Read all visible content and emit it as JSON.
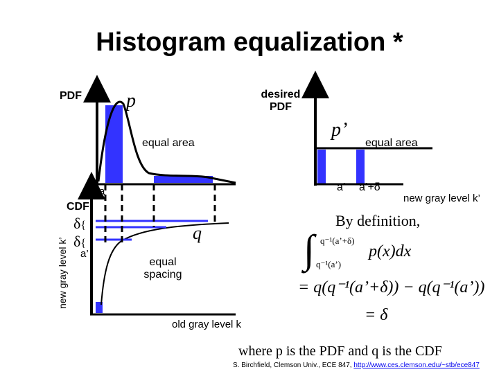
{
  "title": "Histogram equalization *",
  "labels": {
    "pdf": "PDF",
    "p": "p",
    "desired_pdf_line1": "desired",
    "desired_pdf_line2": "PDF",
    "p_prime": "p’",
    "equal_area_left": "equal area",
    "equal_area_right": "equal area",
    "a": "a",
    "a_prime_axis": "a’",
    "a_prime_plus_delta": "a’+δ",
    "new_gray_level_right": "new gray level k’",
    "cdf": "CDF",
    "delta_top": "δ",
    "delta_bottom": "δ",
    "a_prime_cdf": "a’",
    "q": "q",
    "new_gray_level_vertical": "new gray level k’",
    "equal_spacing_line1": "equal",
    "equal_spacing_line2": "spacing",
    "old_gray_level": "old gray level k"
  },
  "math": {
    "by_definition": "By definition,",
    "integral_upper": "q⁻¹(a’+δ)",
    "integral_lower": "q⁻¹(a’)",
    "integrand": "p(x)dx",
    "line2": "= q(q⁻¹(a’+δ)) − q(q⁻¹(a’))",
    "line3": "= δ",
    "integral_sign": "∫"
  },
  "caption": "where p is the PDF and q is the CDF",
  "footer": {
    "text": "S. Birchfield, Clemson Univ., ECE 847, ",
    "link": "http://www.ces.clemson.edu/~stb/ece847"
  },
  "colors": {
    "bar_fill": "#3333ff",
    "line": "#000000",
    "accent_blue": "#3333ff"
  }
}
